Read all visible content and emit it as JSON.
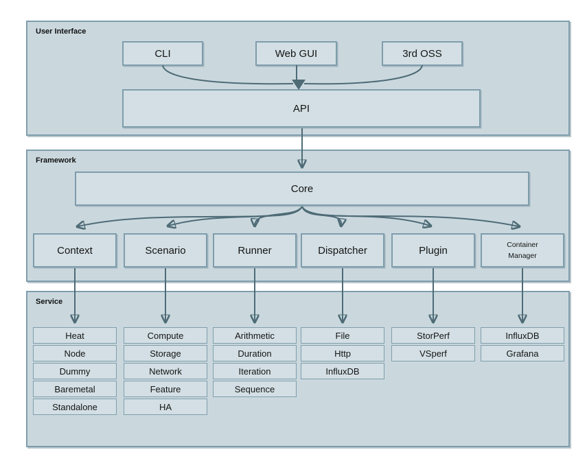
{
  "colors": {
    "page_bg": "#ffffff",
    "section_fill": "#cad8de",
    "box_fill": "#d3dfe4",
    "border": "#7e9dac",
    "arrow": "#4e6b76",
    "text": "#141414"
  },
  "sections": {
    "user_interface": {
      "label": "User Interface",
      "boxes": {
        "cli": "CLI",
        "web_gui": "Web GUI",
        "third_oss": "3rd OSS",
        "api": "API"
      }
    },
    "framework": {
      "label": "Framework",
      "core": "Core",
      "modules": [
        "Context",
        "Scenario",
        "Runner",
        "Dispatcher",
        "Plugin",
        "Container\nManager"
      ]
    },
    "service": {
      "label": "Service",
      "columns": [
        {
          "cells": [
            "Heat",
            "Node",
            "Dummy",
            "Baremetal",
            "Standalone"
          ]
        },
        {
          "cells": [
            "Compute",
            "Storage",
            "Network",
            "Feature",
            "HA"
          ]
        },
        {
          "cells": [
            "Arithmetic",
            "Duration",
            "Iteration",
            "Sequence"
          ]
        },
        {
          "cells": [
            "File",
            "Http",
            "InfluxDB"
          ]
        },
        {
          "cells": [
            "StorPerf",
            "VSperf"
          ]
        },
        {
          "cells": [
            "InfluxDB",
            "Grafana"
          ]
        }
      ]
    }
  }
}
